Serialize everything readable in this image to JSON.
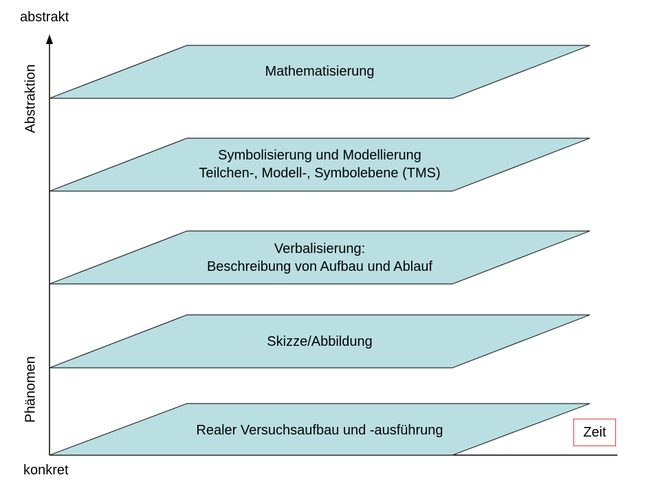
{
  "axis": {
    "top_label": "abstrakt",
    "bottom_label": "konkret",
    "upper_side_label": "Abstraktion",
    "lower_side_label": "Phänomen",
    "time_label": "Zeit"
  },
  "colors": {
    "layer_fill": "#b9dfe3",
    "layer_stroke": "#2a2a2a",
    "time_box_border": "#e23b3b"
  },
  "layers": [
    {
      "lines": [
        "Mathematisierung"
      ]
    },
    {
      "lines": [
        "Symbolisierung und Modellierung",
        "Teilchen-, Modell-, Symbolebene (TMS)"
      ]
    },
    {
      "lines": [
        "Verbalisierung:",
        "Beschreibung von Aufbau und Ablauf"
      ]
    },
    {
      "lines": [
        "Skizze/Abbildung"
      ]
    },
    {
      "lines": [
        "Realer Versuchsaufbau und -ausführung"
      ]
    }
  ]
}
